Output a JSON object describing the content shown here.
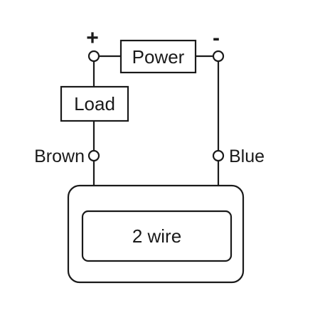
{
  "diagram": {
    "power_label": "Power",
    "load_label": "Load",
    "device_label": "2 wire",
    "positive_sign": "+",
    "negative_sign": "-",
    "left_terminal_label": "Brown",
    "right_terminal_label": "Blue"
  }
}
